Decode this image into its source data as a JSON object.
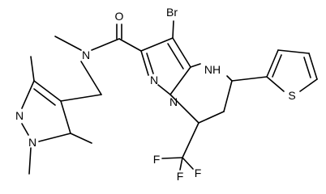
{
  "molecule": {
    "labels": {
      "O": "O",
      "N_amide": "N",
      "Br": "Br",
      "NH": "NH",
      "N_pz_up": "N",
      "N_pz_down": "N",
      "N_pyr2": "N",
      "N_pyr1": "N",
      "S": "S",
      "F1": "F",
      "F2": "F",
      "F3": "F"
    }
  }
}
